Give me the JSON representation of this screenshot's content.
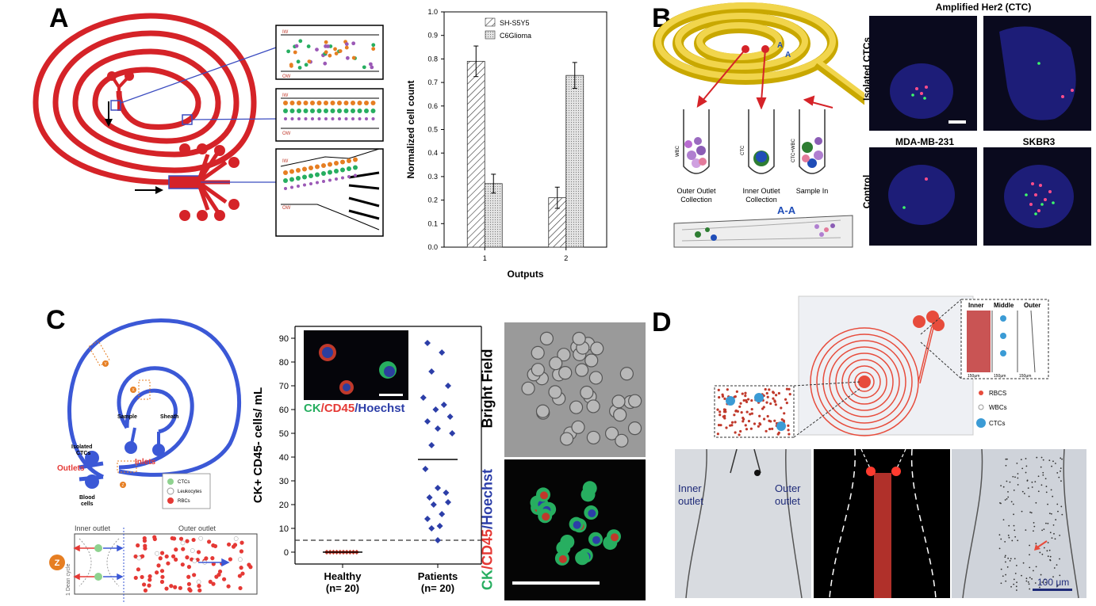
{
  "panels": {
    "a": {
      "letter": "A",
      "box_iw": [
        "IW",
        "IW",
        "IW"
      ],
      "box_ow": [
        "OW",
        "OW",
        "OW"
      ],
      "chart_data": {
        "type": "bar",
        "categories": [
          "1",
          "2"
        ],
        "series": [
          {
            "name": "SH-S5Y5",
            "values": [
              0.79,
              0.21
            ],
            "errors": [
              0.065,
              0.045
            ]
          },
          {
            "name": "C6Glioma",
            "values": [
              0.27,
              0.73
            ],
            "errors": [
              0.04,
              0.055
            ]
          }
        ],
        "xlabel": "Outputs",
        "ylabel": "Normalized cell count",
        "ylim": [
          0,
          1.0
        ],
        "yticks": [
          "0.0",
          "0.1",
          "0.2",
          "0.3",
          "0.4",
          "0.5",
          "0.6",
          "0.7",
          "0.8",
          "0.9",
          "1.0"
        ],
        "legend_position": "top-left"
      }
    },
    "b": {
      "letter": "B",
      "section_label": "A",
      "tubes": [
        {
          "side_label": "WBC",
          "caption_line1": "Outer Outlet",
          "caption_line2": "Collection"
        },
        {
          "side_label": "CTC",
          "caption_line1": "Inner Outlet",
          "caption_line2": "Collection"
        },
        {
          "side_label": "CTC+WBC",
          "caption_line1": "Sample In",
          "caption_line2": ""
        }
      ],
      "cross_section_label": "A-A",
      "top_title": "Amplified Her2 (CTC)",
      "row_label_top": "Isolated CTCs",
      "row_label_bottom": "Control",
      "col_title_mda": "MDA-MB-231",
      "col_title_skbr": "SKBR3"
    },
    "c": {
      "letter": "C",
      "label_sample": "Sample",
      "label_sheath": "Sheath",
      "label_inlets": "Inlets",
      "label_isolated": "Isolated\nCTCs",
      "label_outlets": "Outlets",
      "label_blood": "Blood\ncells",
      "marker_y": "Y",
      "marker_x": "X",
      "marker_z": "Z",
      "legend": [
        "CTCs",
        "Leukocytes",
        "RBCs"
      ],
      "inner_outlet": "Inner outlet",
      "outer_outlet": "Outer outlet",
      "dean_cycle": "1 Dean cycle",
      "z_big": "Z",
      "scatter": {
        "chart_data": {
          "type": "scatter",
          "categories": [
            "Healthy\n(n= 20)",
            "Patients\n(n= 20)"
          ],
          "category_line1": [
            "Healthy",
            "Patients"
          ],
          "category_line2": [
            "(n= 20)",
            "(n= 20)"
          ],
          "ylabel": "CK+ CD45- cells/ mL",
          "ylim": [
            -5,
            95
          ],
          "yticks": [
            "0",
            "10",
            "20",
            "30",
            "40",
            "50",
            "60",
            "70",
            "80",
            "90"
          ],
          "threshold": 5,
          "healthy_values": [
            0,
            0,
            0,
            0,
            0,
            0,
            0,
            0,
            0,
            0,
            0,
            0,
            0,
            0,
            0,
            0,
            0,
            0,
            0,
            0
          ],
          "patient_values": [
            88,
            84,
            76,
            70,
            65,
            62,
            60,
            57,
            55,
            52,
            50,
            45,
            35,
            27,
            25,
            23,
            21,
            20,
            16,
            14,
            11,
            10,
            5
          ],
          "patient_mean": 39,
          "healthy_mean": 0
        },
        "inset_caption_ck": "CK",
        "inset_caption_cd45": "/CD45",
        "inset_caption_hoechst": "/Hoechst"
      },
      "side_bright": "Bright Field",
      "side_ck": "CK",
      "side_cd45": "/CD45",
      "side_hoechst": "/Hoechst"
    },
    "d": {
      "letter": "D",
      "zoom_headers": [
        "Inner",
        "Middle",
        "Outer"
      ],
      "zoom_footers": [
        "150μm",
        "150μm",
        "150μm"
      ],
      "legend": [
        "RBCS",
        "WBCs",
        "CTCs"
      ],
      "inner_outlet": "Inner\noutlet",
      "outer_outlet": "Outer\noutlet",
      "inner_l1": "Inner",
      "inner_l2": "outlet",
      "outer_l1": "Outer",
      "outer_l2": "outlet",
      "scale": "100 μm"
    }
  }
}
